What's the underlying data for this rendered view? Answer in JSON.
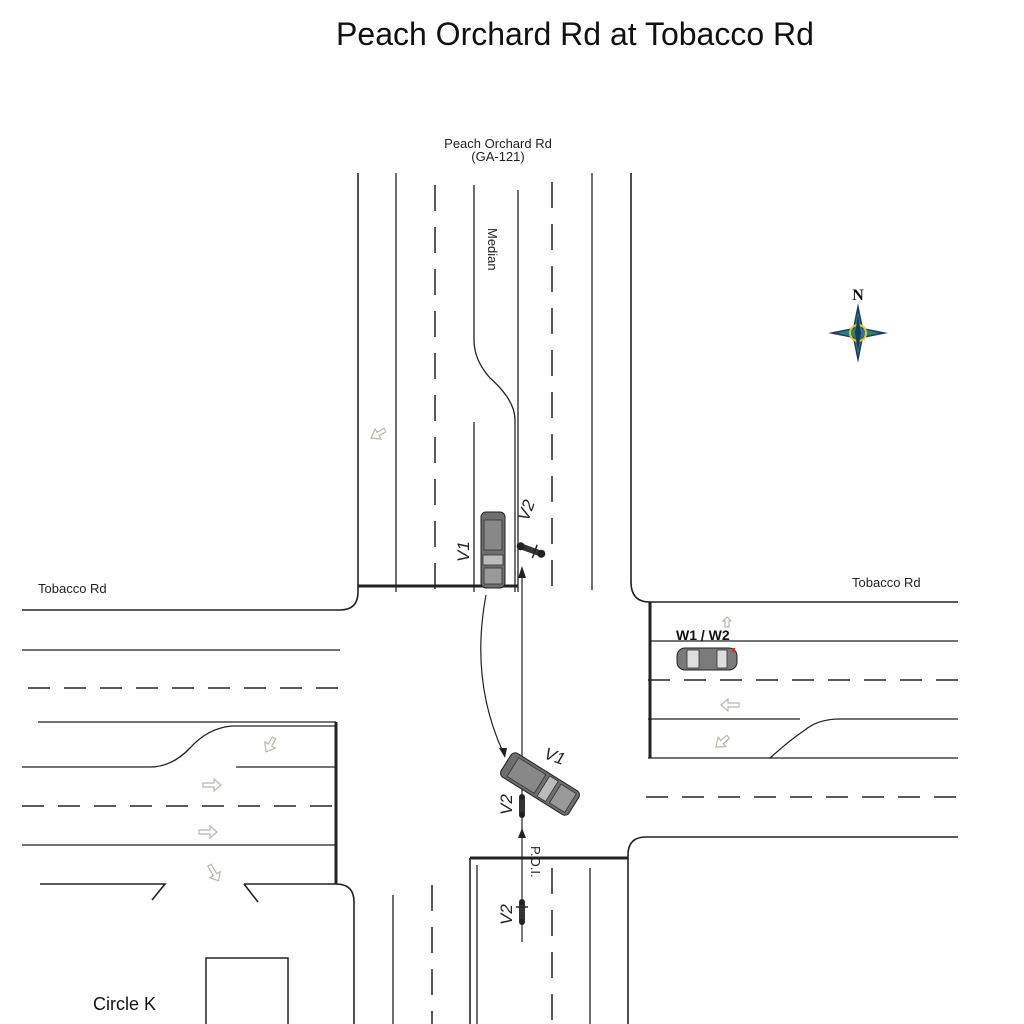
{
  "title": "Peach Orchard Rd at Tobacco Rd",
  "labels": {
    "road_north_name": "Peach Orchard Rd",
    "road_north_route": "(GA-121)",
    "median": "Median",
    "road_west": "Tobacco Rd",
    "road_east": "Tobacco Rd",
    "business": "Circle K",
    "poi": "P.O.I.",
    "witness": "W1 / W2"
  },
  "vehicles": {
    "v1_before": "V1",
    "v2_before": "V2",
    "v1_after": "V1",
    "v2_after": "V2",
    "v2_approach": "V2"
  },
  "compass": {
    "letter": "N",
    "colors": [
      "#2e7d7d",
      "#e6c52a",
      "#1b3a5c"
    ]
  },
  "icons": {
    "compass": "compass-rose-icon",
    "lane_arrows": [
      "left-turn-arrow-icon",
      "right-arrow-icon",
      "left-arrow-icon",
      "u-turn-arrow-icon"
    ]
  },
  "colors": {
    "vehicle_body": "#6e6e6e",
    "line": "#222222",
    "lane_arrow": "#b8b8a8"
  }
}
